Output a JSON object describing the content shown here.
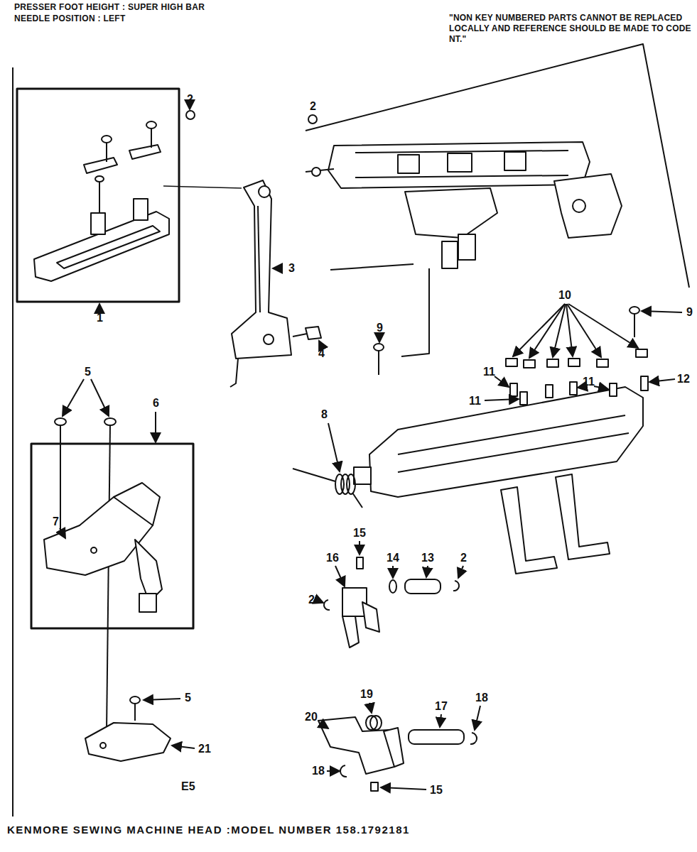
{
  "diagram": {
    "caption": "KENMORE SEWING MACHINE HEAD :MODEL NUMBER 158.1792181",
    "labels": [
      "PRESSER FOOT HEIGHT : SUPER HIGH BAR",
      "NEEDLE POSITION : LEFT",
      "\"NON KEY NUMBERED PARTS CANNOT BE REPLACED LOCALLY AND REFERENCE SHOULD BE MADE TO CODE NT.\"",
      "2",
      "2",
      "3",
      "1",
      "4",
      "10",
      "9",
      "9",
      "11",
      "11",
      "12",
      "11",
      "5",
      "6",
      "8",
      "7",
      "15",
      "16",
      "14",
      "13",
      "2",
      "2",
      "5",
      "21",
      "19",
      "17",
      "18",
      "20",
      "18",
      "15",
      "E5"
    ]
  }
}
